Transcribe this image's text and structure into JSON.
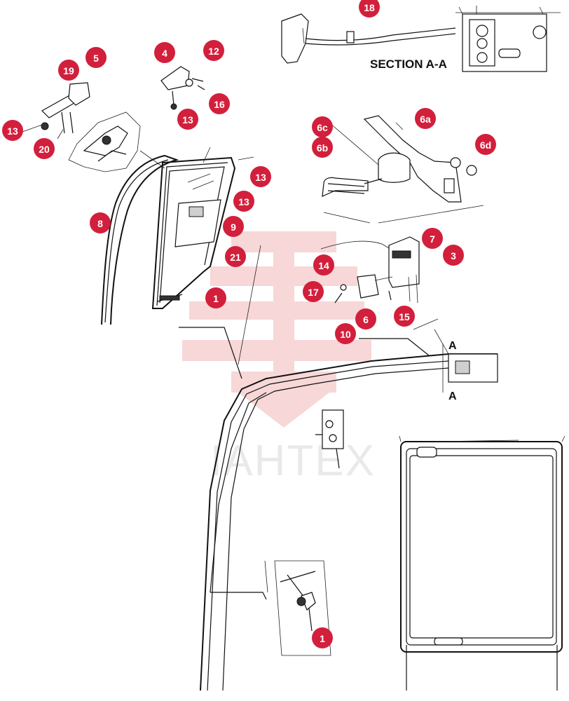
{
  "diagram": {
    "section_label": "SECTION A-A",
    "view_letters": [
      "A",
      "A"
    ],
    "watermark": "IAHTEX",
    "callouts": [
      {
        "label": "18"
      },
      {
        "label": "4"
      },
      {
        "label": "12"
      },
      {
        "label": "5"
      },
      {
        "label": "19"
      },
      {
        "label": "16"
      },
      {
        "label": "13"
      },
      {
        "label": "13"
      },
      {
        "label": "20"
      },
      {
        "label": "6c"
      },
      {
        "label": "6a"
      },
      {
        "label": "6b"
      },
      {
        "label": "6d"
      },
      {
        "label": "13"
      },
      {
        "label": "13"
      },
      {
        "label": "8"
      },
      {
        "label": "9"
      },
      {
        "label": "7"
      },
      {
        "label": "21"
      },
      {
        "label": "3"
      },
      {
        "label": "14"
      },
      {
        "label": "17"
      },
      {
        "label": "1"
      },
      {
        "label": "6"
      },
      {
        "label": "15"
      },
      {
        "label": "10"
      },
      {
        "label": "1"
      }
    ],
    "colors": {
      "callout": "#d21f3c",
      "watermark": "#f2b8b8",
      "line": "#111111"
    }
  }
}
